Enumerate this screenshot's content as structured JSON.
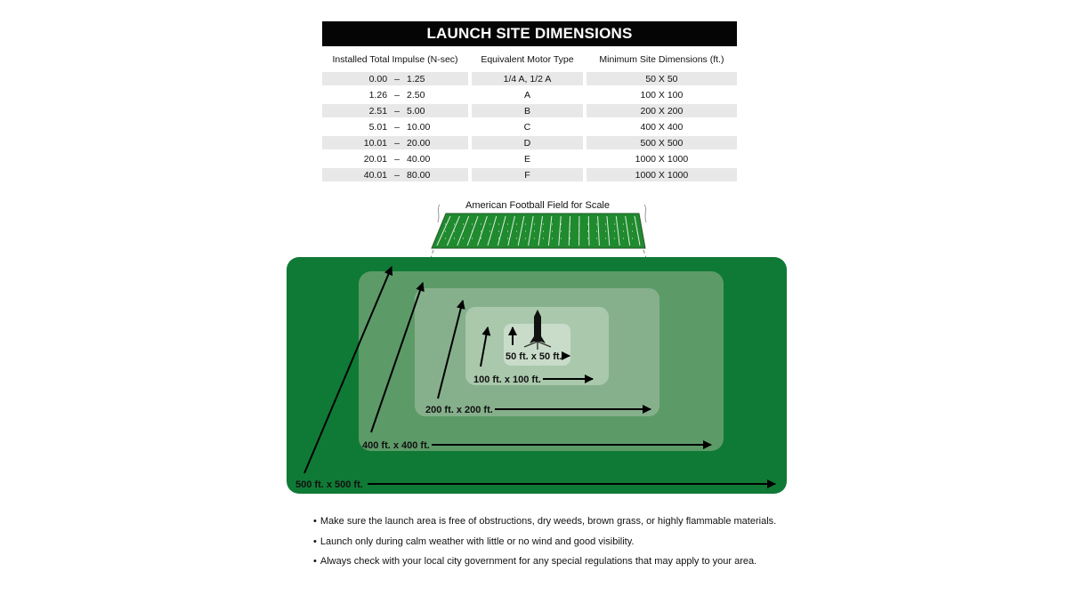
{
  "table": {
    "title": "LAUNCH SITE DIMENSIONS",
    "headers": {
      "impulse": "Installed Total Impulse (N-sec)",
      "motor": "Equivalent Motor Type",
      "site": "Minimum Site Dimensions (ft.)"
    },
    "rows": [
      {
        "impulse_low": "0.00",
        "dash": "–",
        "impulse_high": "1.25",
        "motor": "1/4 A, 1/2 A",
        "site": "50 X 50"
      },
      {
        "impulse_low": "1.26",
        "dash": "–",
        "impulse_high": "2.50",
        "motor": "A",
        "site": "100 X 100"
      },
      {
        "impulse_low": "2.51",
        "dash": "–",
        "impulse_high": "5.00",
        "motor": "B",
        "site": "200 X 200"
      },
      {
        "impulse_low": "5.01",
        "dash": "–",
        "impulse_high": "10.00",
        "motor": "C",
        "site": "400 X 400"
      },
      {
        "impulse_low": "10.01",
        "dash": "–",
        "impulse_high": "20.00",
        "motor": "D",
        "site": "500 X 500"
      },
      {
        "impulse_low": "20.01",
        "dash": "–",
        "impulse_high": "40.00",
        "motor": "E",
        "site": "1000 X 1000"
      },
      {
        "impulse_low": "40.01",
        "dash": "–",
        "impulse_high": "80.00",
        "motor": "F",
        "site": "1000 X 1000"
      }
    ]
  },
  "diagram": {
    "football_label": "American Football Field for Scale",
    "zones": {
      "z50": "50 ft. x 50 ft.",
      "z100": "100 ft. x 100 ft.",
      "z200": "200 ft. x 200 ft.",
      "z400": "400 ft. x 400 ft.",
      "z500": "500 ft. x 500 ft."
    },
    "colors": {
      "field_green": "#0f7a35",
      "football_green": "#1f8a2e",
      "zone_400": "#5c9b68",
      "zone_200": "#86b08c",
      "zone_100": "#aac8ac",
      "zone_50": "#c9dcc9"
    }
  },
  "notes": [
    "Make sure the launch area is free of obstructions, dry weeds, brown grass, or highly flammable materials.",
    "Launch only during calm weather with little or no wind and good visibility.",
    "Always check with your local city government for any special regulations that may apply to your area."
  ]
}
